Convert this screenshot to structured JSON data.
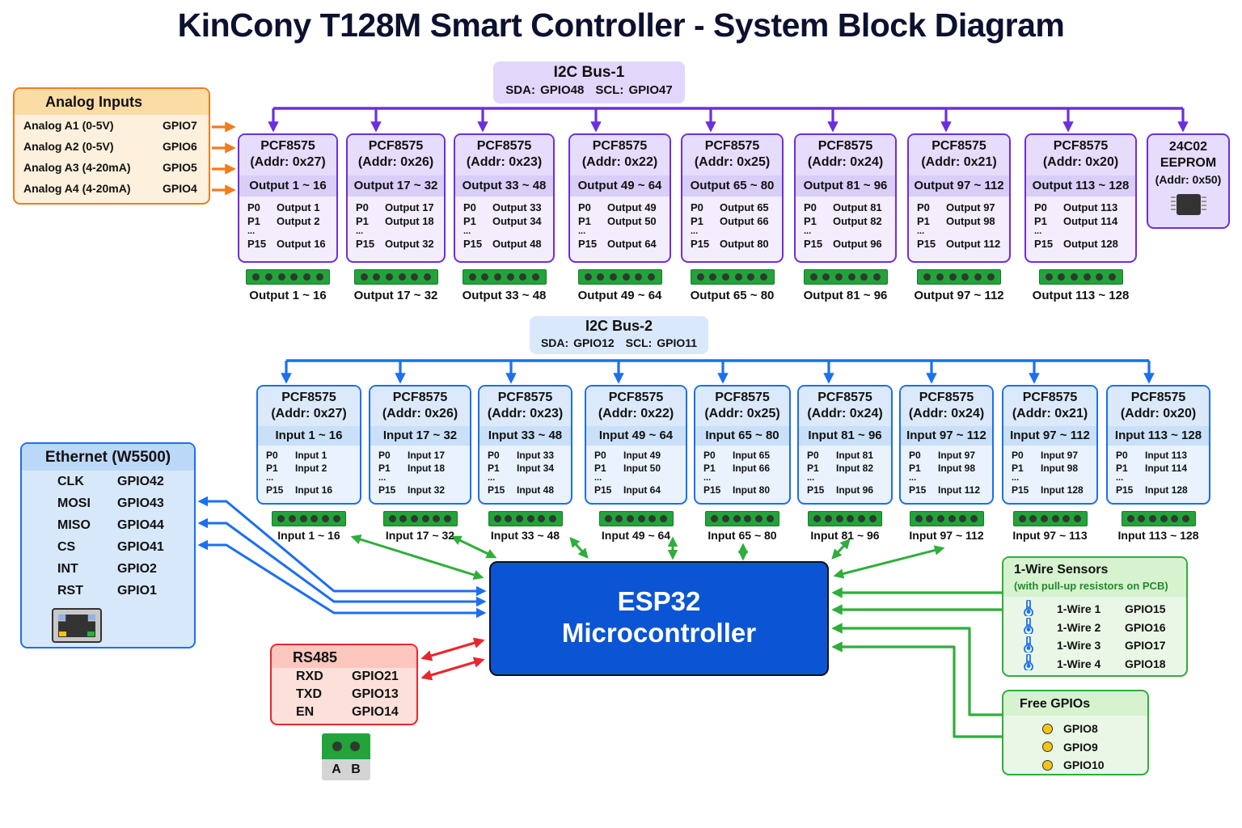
{
  "title": "KinCony T128M Smart Controller - System Block Diagram",
  "colors": {
    "i2c_bus1": "#6b2fe0",
    "i2c_bus2": "#1c6ff0",
    "analog": "#f07c1e",
    "ethernet": "#1c6ff0",
    "rs485": "#e9262e",
    "gpio_green": "#2fae3a",
    "esp32": "#0b55d4"
  },
  "i2c_bus1": {
    "title": "I2C Bus-1",
    "sda": "SDA: GPIO48",
    "scl": "SCL: GPIO47"
  },
  "i2c_bus2": {
    "title": "I2C Bus-2",
    "sda": "SDA: GPIO12",
    "scl": "SCL: GPIO11"
  },
  "analog_inputs": {
    "title": "Analog Inputs",
    "rows": [
      {
        "name": "Analog A1 (0-5V)",
        "gpio": "GPIO7"
      },
      {
        "name": "Analog A2 (0-5V)",
        "gpio": "GPIO6"
      },
      {
        "name": "Analog A3 (4-20mA)",
        "gpio": "GPIO5"
      },
      {
        "name": "Analog A4 (4-20mA)",
        "gpio": "GPIO4"
      }
    ]
  },
  "output_expanders": [
    {
      "chip": "PCF8575",
      "addr": "(Addr: 0x27)",
      "range": "Output 1 ~ 16",
      "p0": "Output 1",
      "p1": "Output 2",
      "p15": "Output 16",
      "terminal_label": "Output 1 ~ 16"
    },
    {
      "chip": "PCF8575",
      "addr": "(Addr: 0x26)",
      "range": "Output 17 ~ 32",
      "p0": "Output 17",
      "p1": "Output 18",
      "p15": "Output 32",
      "terminal_label": "Output 17 ~ 32"
    },
    {
      "chip": "PCF8575",
      "addr": "(Addr: 0x23)",
      "range": "Output 33 ~ 48",
      "p0": "Output 33",
      "p1": "Output 34",
      "p15": "Output 48",
      "terminal_label": "Output 33 ~ 48"
    },
    {
      "chip": "PCF8575",
      "addr": "(Addr: 0x22)",
      "range": "Output 49 ~ 64",
      "p0": "Output 49",
      "p1": "Output 50",
      "p15": "Output 64",
      "terminal_label": "Output 49 ~ 64"
    },
    {
      "chip": "PCF8575",
      "addr": "(Addr: 0x25)",
      "range": "Output 65 ~ 80",
      "p0": "Output 65",
      "p1": "Output 66",
      "p15": "Output 80",
      "terminal_label": "Output 65 ~ 80"
    },
    {
      "chip": "PCF8575",
      "addr": "(Addr: 0x24)",
      "range": "Output 81 ~ 96",
      "p0": "Output 81",
      "p1": "Output 82",
      "p15": "Output 96",
      "terminal_label": "Output 81 ~ 96"
    },
    {
      "chip": "PCF8575",
      "addr": "(Addr: 0x21)",
      "range": "Output 97 ~ 112",
      "p0": "Output 97",
      "p1": "Output 98",
      "p15": "Output 112",
      "terminal_label": "Output 97 ~ 112"
    },
    {
      "chip": "PCF8575",
      "addr": "(Addr: 0x20)",
      "range": "Output 113 ~ 128",
      "p0": "Output 113",
      "p1": "Output 114",
      "p15": "Output 128",
      "terminal_label": "Output 113 ~ 128"
    }
  ],
  "pin_labels": {
    "p0": "P0",
    "p1": "P1",
    "ellipsis": "...",
    "p15": "P15"
  },
  "eeprom": {
    "line1": "24C02",
    "line2": "EEPROM",
    "addr": "(Addr: 0x50)"
  },
  "input_expanders": [
    {
      "chip": "PCF8575",
      "addr": "(Addr: 0x27)",
      "range": "Input 1 ~ 16",
      "p0": "Input 1",
      "p1": "Input 2",
      "p15": "Input 16",
      "terminal_label": "Input 1 ~ 16"
    },
    {
      "chip": "PCF8575",
      "addr": "(Addr: 0x26)",
      "range": "Input 17 ~ 32",
      "p0": "Input 17",
      "p1": "Input 18",
      "p15": "Input 32",
      "terminal_label": "Input 17 ~ 32"
    },
    {
      "chip": "PCF8575",
      "addr": "(Addr: 0x23)",
      "range": "Input 33 ~ 48",
      "p0": "Input 33",
      "p1": "Input 34",
      "p15": "Input 48",
      "terminal_label": "Input 33 ~ 48"
    },
    {
      "chip": "PCF8575",
      "addr": "(Addr: 0x22)",
      "range": "Input 49 ~ 64",
      "p0": "Input 49",
      "p1": "Input 50",
      "p15": "Input 64",
      "terminal_label": "Input 49 ~ 64"
    },
    {
      "chip": "PCF8575",
      "addr": "(Addr: 0x25)",
      "range": "Input 65 ~ 80",
      "p0": "Input 65",
      "p1": "Input 66",
      "p15": "Input 80",
      "terminal_label": "Input 65 ~ 80"
    },
    {
      "chip": "PCF8575",
      "addr": "(Addr: 0x24)",
      "range": "Input 81 ~ 96",
      "p0": "Input 81",
      "p1": "Input 82",
      "p15": "Input 96",
      "terminal_label": "Input 81 ~ 96"
    },
    {
      "chip": "PCF8575",
      "addr": "(Addr: 0x24)",
      "range": "Input 97 ~ 112",
      "p0": "Input 97",
      "p1": "Input 98",
      "p15": "Input 112",
      "terminal_label": "Input 97 ~ 112"
    },
    {
      "chip": "PCF8575",
      "addr": "(Addr: 0x21)",
      "range": "Input 97 ~ 112",
      "p0": "Input 97",
      "p1": "Input 98",
      "p15": "Input 128",
      "terminal_label": "Input 97 ~ 113"
    },
    {
      "chip": "PCF8575",
      "addr": "(Addr: 0x20)",
      "range": "Input 113 ~ 128",
      "p0": "Input 113",
      "p1": "Input 114",
      "p15": "Input 128",
      "terminal_label": "Input 113 ~ 128"
    }
  ],
  "ethernet": {
    "title": "Ethernet (W5500)",
    "rows": [
      {
        "name": "CLK",
        "gpio": "GPIO42"
      },
      {
        "name": "MOSI",
        "gpio": "GPIO43"
      },
      {
        "name": "MISO",
        "gpio": "GPIO44"
      },
      {
        "name": "CS",
        "gpio": "GPIO41"
      },
      {
        "name": "INT",
        "gpio": "GPIO2"
      },
      {
        "name": "RST",
        "gpio": "GPIO1"
      }
    ],
    "icon": "rj45-port-icon"
  },
  "esp32": {
    "line1": "ESP32",
    "line2": "Microcontroller"
  },
  "rs485": {
    "title": "RS485",
    "rows": [
      {
        "name": "RXD",
        "gpio": "GPIO21"
      },
      {
        "name": "TXD",
        "gpio": "GPIO13"
      },
      {
        "name": "EN",
        "gpio": "GPIO14"
      }
    ],
    "terminal": {
      "a": "A",
      "b": "B"
    }
  },
  "one_wire": {
    "title": "1-Wire Sensors",
    "subtitle": "(with pull-up resistors on PCB)",
    "icon": "thermometer-icon",
    "rows": [
      {
        "name": "1-Wire 1",
        "gpio": "GPIO15"
      },
      {
        "name": "1-Wire 2",
        "gpio": "GPIO16"
      },
      {
        "name": "1-Wire 3",
        "gpio": "GPIO17"
      },
      {
        "name": "1-Wire 4",
        "gpio": "GPIO18"
      }
    ]
  },
  "free_gpios": {
    "title": "Free GPIOs",
    "items": [
      "GPIO8",
      "GPIO9",
      "GPIO10"
    ]
  }
}
